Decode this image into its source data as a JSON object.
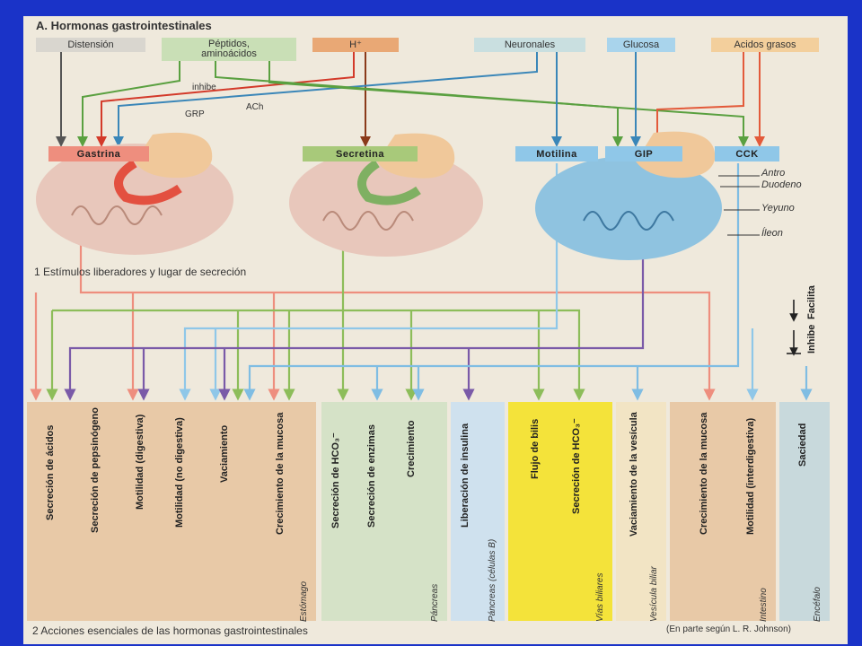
{
  "title": "A. Hormonas gastrointestinales",
  "stimuli": [
    {
      "id": "distension",
      "label": "Distensión",
      "color": "#d9d6cf"
    },
    {
      "id": "peptidos",
      "label": "Péptidos,\naminoácidos",
      "color": "#c9dfb6"
    },
    {
      "id": "h",
      "label": "H⁺",
      "color": "#e9a875"
    },
    {
      "id": "neuronales",
      "label": "Neuronales",
      "color": "#c9dfe0"
    },
    {
      "id": "glucosa",
      "label": "Glucosa",
      "color": "#a9d4ec"
    },
    {
      "id": "acidos",
      "label": "Acidos grasos",
      "color": "#f3cf9c"
    }
  ],
  "arrow_labels": {
    "inhibe": "inhibe",
    "grp": "GRP",
    "ach": "ACh"
  },
  "hormones": [
    {
      "id": "gastrina",
      "label": "Gastrina",
      "color": "#ee8e7e"
    },
    {
      "id": "secretina",
      "label": "Secretina",
      "color": "#a8c97a"
    },
    {
      "id": "motilina",
      "label": "Motilina",
      "color": "#8fc7e8"
    },
    {
      "id": "gip",
      "label": "GIP",
      "color": "#8fc7e8"
    },
    {
      "id": "cck",
      "label": "CCK",
      "color": "#8fc7e8"
    }
  ],
  "gut_labels": [
    "Antro",
    "Duodeno",
    "Yeyuno",
    "Íleon"
  ],
  "section1": "1  Estímulos liberadores y lugar de secreción",
  "legend": {
    "facilita": "Facilita",
    "inhibe": "Inhibe"
  },
  "section2": "2  Acciones esenciales de las hormonas gastrointestinales",
  "credit": "(En parte según L. R. Johnson)",
  "colors": {
    "gastrina": "#ee8e7e",
    "secretina": "#8dbd5a",
    "cck": "#7fbde3",
    "gip": "#7a5aa8",
    "motilina": "#8fc7e8"
  },
  "organs": [
    {
      "name": "Estómago",
      "color": "#e8c9a7",
      "actions": [
        "Secreción de ácidos",
        "Secreción de pepsinógeno",
        "Motilidad (digestiva)",
        "Motilidad (no digestiva)",
        "Vaciamiento",
        "Crecimiento de la mucosa"
      ]
    },
    {
      "name": "Páncreas",
      "color": "#d5e2c7",
      "actions": [
        "Secreción de HCO₃⁻",
        "Secreción de enzimas",
        "Crecimiento"
      ]
    },
    {
      "name": "Páncreas (células B)",
      "color": "#cfe1ee",
      "actions": [
        "Liberación de insulina"
      ]
    },
    {
      "name": "Vías biliares",
      "color": "#f4e33a",
      "actions": [
        "Flujo de bilis",
        "Secreción de HCO₃⁻"
      ]
    },
    {
      "name": "Vesícula biliar",
      "color": "#f2e4c4",
      "actions": [
        "Vaciamiento de la vesícula"
      ]
    },
    {
      "name": "Intestino",
      "color": "#e8c9a7",
      "actions": [
        "Crecimiento de la mucosa",
        "Motilidad (interdigestiva)"
      ]
    },
    {
      "name": "Encéfalo",
      "color": "#c8d9dc",
      "actions": [
        "Saciedad"
      ]
    }
  ]
}
